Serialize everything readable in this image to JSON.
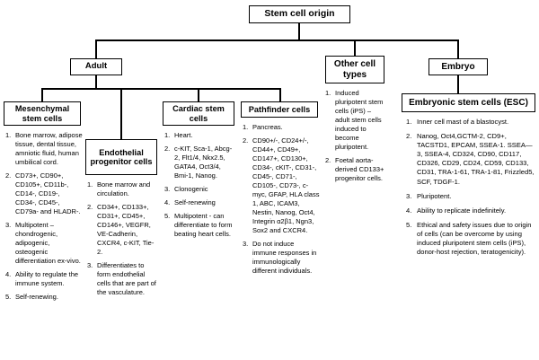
{
  "diagram": {
    "title": "Stem cell origin",
    "root": {
      "label": "Stem cell origin"
    },
    "level2": {
      "adult": "Adult",
      "other": "Other cell types",
      "embryo": "Embryo"
    },
    "columns": {
      "mesenchymal": {
        "header": "Mesenchymal stem cells",
        "items": [
          "Bone marrow, adipose tissue, dental tissue, amniotic fluid, human umbilical cord.",
          "CD73+, CD90+, CD105+, CD11b-, CD14-, CD19-, CD34-, CD45-, CD79a- and HLADR-.",
          "Multipotent – chondrogenic, adipogenic, osteogenic differentiation ex-vivo.",
          "Ability to regulate the immune system.",
          "Self-renewing."
        ]
      },
      "endothelial": {
        "header": "Endothelial progenitor cells",
        "items": [
          "Bone marrow and circulation.",
          "CD34+, CD133+, CD31+, CD45+, CD146+, VEGFR, VE-Cadherin, CXCR4, c-KIT, Tie-2.",
          "Differentiates to form endothelial cells that are part of the vasculature."
        ]
      },
      "cardiac": {
        "header": "Cardiac stem cells",
        "items": [
          "Heart.",
          "c-KIT, Sca-1, Abcg-2, Flt1/4, Nkx2.5, GATA4, Oct3/4, Bmi-1, Nanog.",
          "Clonogenic",
          "Self-renewing",
          "Multipotent - can differentiate to form beating heart cells."
        ]
      },
      "pathfinder": {
        "header": "Pathfinder cells",
        "items": [
          "Pancreas.",
          "CD90+/-, CD24+/-, CD44+, CD49+, CD147+, CD130+, CD34-, cKIT-, CD31-, CD45-, CD71-, CD105-, CD73-, c-myc, GFAP, HLA class 1, ABC, ICAM3, Nestin, Nanog, Oct4, Integrin α2β1, Ngn3, Sox2 and CXCR4.",
          "Do not induce immune responses in immunologically different individuals."
        ]
      },
      "other": {
        "header": "Other cell types",
        "items": [
          "Induced pluripotent stem cells (iPS) – adult stem cells induced to become pluripotent.",
          "Foetal aorta-derived CD133+ progenitor cells."
        ]
      },
      "esc": {
        "header": "Embryonic stem cells (ESC)",
        "items": [
          "Inner cell mast of a blastocyst.",
          "Nanog, Oct4,GCTM-2, CD9+, TACSTD1, EPCAM, SSEA-1. SSEA—3, SSEA-4, CD324, CD90, CD117, CD326, CD29, CD24, CD59, CD133, CD31, TRA-1-61, TRA-1-81, Frizzled5, SCF, TDGF-1.",
          "Pluripotent.",
          "Ability to replicate indefinitely.",
          "Ethical and safety issues due to origin of cells (can be overcome by using induced pluripotent stem cells (iPS), donor-host rejection, teratogenicity)."
        ]
      }
    },
    "numbers": [
      "1.",
      "2.",
      "3.",
      "4.",
      "5."
    ]
  }
}
